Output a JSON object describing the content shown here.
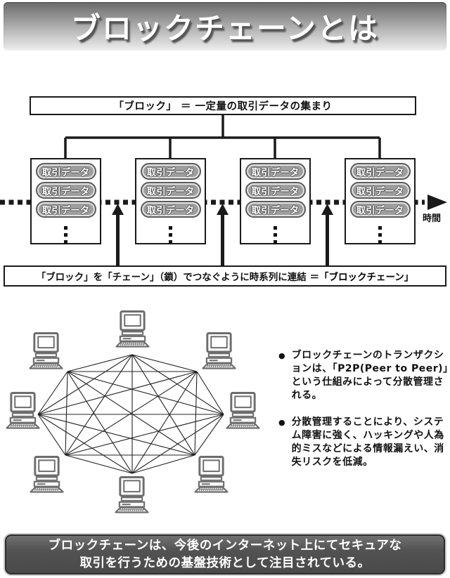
{
  "header": {
    "title": "ブロックチェーンとは"
  },
  "block_diagram": {
    "definition_box": "「ブロック」 ＝ 一定量の取引データの集まり",
    "blocks": [
      {
        "items": [
          "取引データ",
          "取引データ",
          "取引データ"
        ]
      },
      {
        "items": [
          "取引データ",
          "取引データ",
          "取引データ"
        ]
      },
      {
        "items": [
          "取引データ",
          "取引データ",
          "取引データ"
        ]
      },
      {
        "items": [
          "取引データ",
          "取引データ",
          "取引データ"
        ]
      }
    ],
    "time_label": "時間",
    "chain_box": {
      "prefix": "「ブロック」を「チェーン」（鎖）でつなぐように時系列に連結 ＝ ",
      "term": "「ブロックチェーン」"
    }
  },
  "network_section": {
    "bullets": [
      {
        "marker": "●",
        "text": "ブロックチェーンのトランザクションは、「P2P(Peer to Peer)」という仕組みによって分散管理される。"
      },
      {
        "marker": "●",
        "text": "分散管理することにより、システム障害に強く、ハッキングや人為的ミスなどによる情報漏えい、消失リスクを低減。"
      }
    ]
  },
  "footer": {
    "line1": "ブロックチェーンは、今後のインターネット上にてセキュアな",
    "line2": "取引を行うための基盤技術として注目されている。"
  },
  "colors": {
    "pill_bg": "#9e9e9e",
    "pill_border": "#5a5a5a",
    "line_black": "#1a1a1a",
    "computer_gray": "#6d6d6d",
    "footer_bg": "#4f4f4f",
    "banner_text": "#ffffff"
  }
}
